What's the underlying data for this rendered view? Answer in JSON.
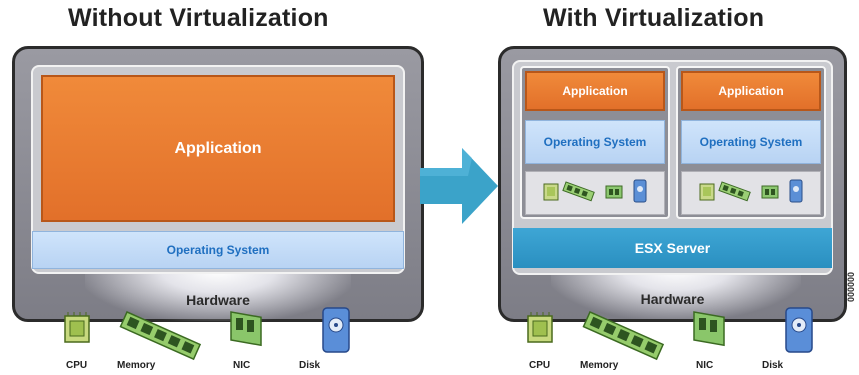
{
  "titles": {
    "without": "Without Virtualization",
    "with": "With Virtualization"
  },
  "left": {
    "application": "Application",
    "operating_system": "Operating System",
    "hardware": "Hardware",
    "components": [
      "CPU",
      "Memory",
      "NIC",
      "Disk"
    ]
  },
  "right": {
    "vms": [
      {
        "application": "Application",
        "operating_system": "Operating System"
      },
      {
        "application": "Application",
        "operating_system": "Operating System"
      }
    ],
    "hypervisor": "ESX Server",
    "hardware": "Hardware",
    "components": [
      "CPU",
      "Memory",
      "NIC",
      "Disk"
    ]
  },
  "figure_code": "000000",
  "colors": {
    "application": "#e8782f",
    "operating_system": "#c4dcf6",
    "esx_server": "#3399cc",
    "arrow": "#3ba3c9",
    "frame": "#2b2b2b",
    "hardware_bg": "#8a8a92"
  },
  "icons": [
    "cpu-chip-icon",
    "memory-stick-icon",
    "nic-card-icon",
    "disk-drive-icon"
  ]
}
